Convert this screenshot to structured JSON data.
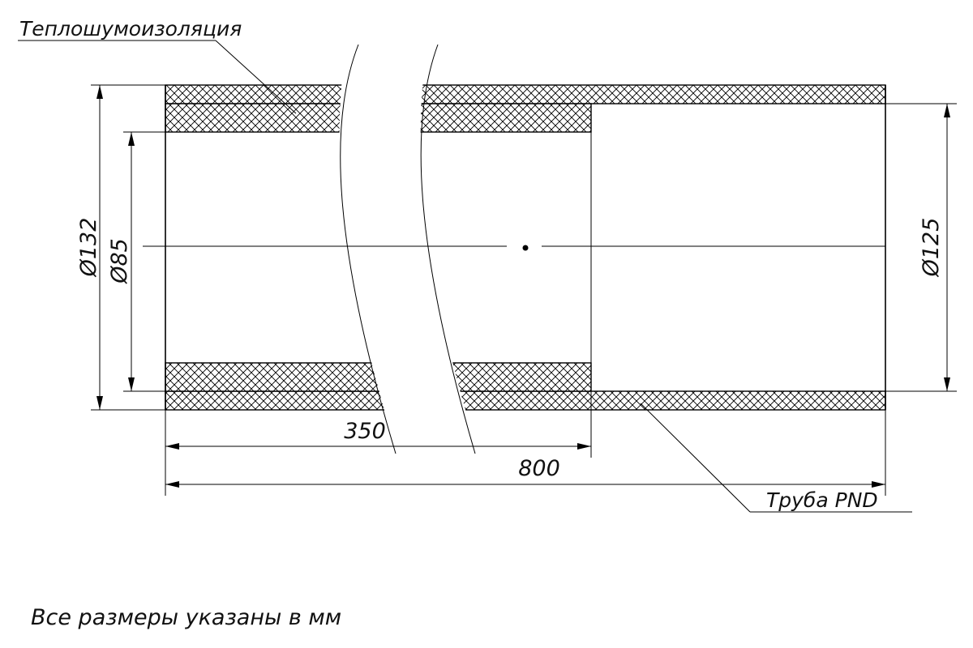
{
  "labels": {
    "insulation": "Теплошумоизоляция",
    "pipe": "Труба PND",
    "note": "Все размеры указаны в мм"
  },
  "dimensions": {
    "outer_diameter": "Ø132",
    "inner_diameter": "Ø85",
    "pipe_diameter": "Ø125",
    "insulation_length": "350",
    "total_length": "800"
  }
}
